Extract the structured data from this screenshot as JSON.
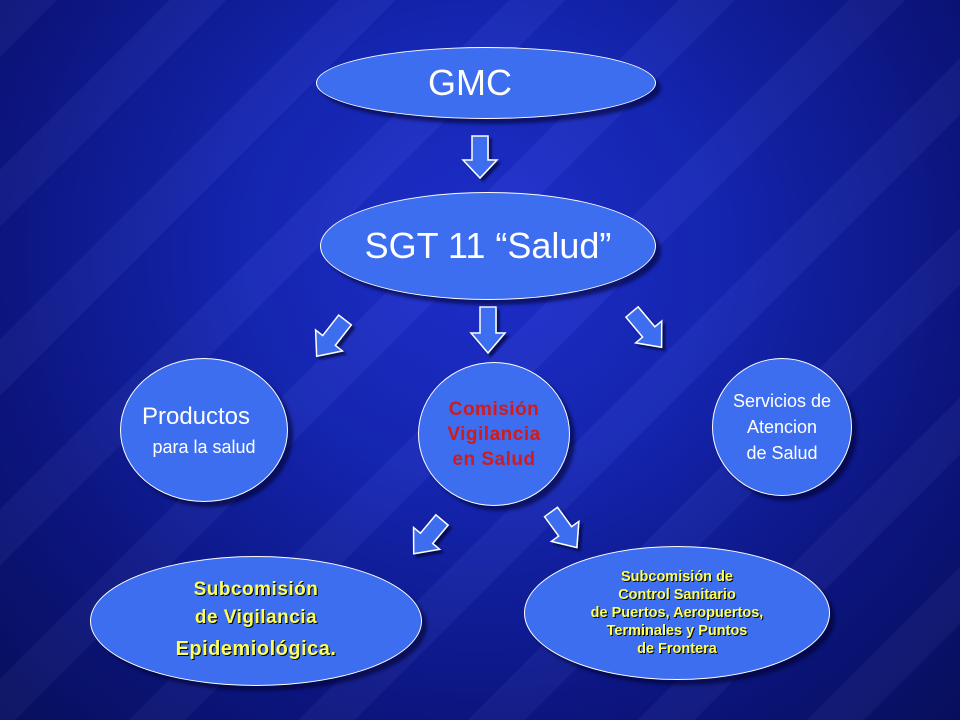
{
  "nodes": {
    "gmc": "GMC",
    "sgt": "SGT 11 “Salud”",
    "productos": [
      "Productos",
      "para la salud"
    ],
    "comision": [
      "Comisión",
      "Vigilancia",
      "en Salud"
    ],
    "servicios": [
      "Servicios de",
      "Atencion",
      "de Salud"
    ],
    "epidemiologica": [
      "Subcomisión",
      "de Vigilancia",
      "Epidemiológica."
    ],
    "control": [
      "Subcomisión de",
      "Control Sanitario",
      "de Puertos, Aeropuertos,",
      "Terminales y Puntos",
      "de Frontera"
    ]
  },
  "colors": {
    "node_fill": "#3d6ef0",
    "arrow_fill": "#3d6ef0",
    "comision_text": "#d11a1a",
    "subcom_text": "#ffff55"
  }
}
